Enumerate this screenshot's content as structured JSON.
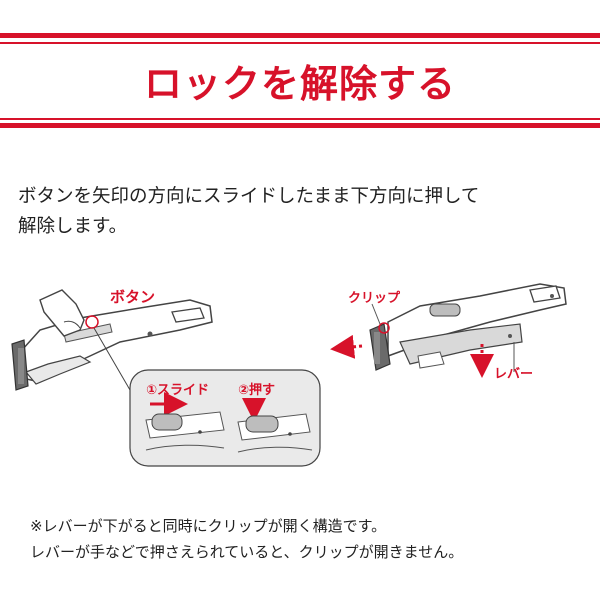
{
  "colors": {
    "accent": "#d7122a",
    "line_grey": "#555555",
    "fill_grey": "#e6e6e6"
  },
  "header": {
    "title": "ロックを解除する"
  },
  "description": {
    "line1": "ボタンを矢印の方向にスライドしたまま下方向に押して",
    "line2": "解除します。"
  },
  "left_figure": {
    "button_label": "ボタン",
    "step1_label": "①スライド",
    "step2_label": "②押す"
  },
  "right_figure": {
    "clip_label": "クリップ",
    "lever_label": "レバー"
  },
  "note": {
    "line1": "※レバーが下がると同時にクリップが開く構造です。",
    "line2": "レバーが手などで押さえられていると、クリップが開きません。"
  }
}
